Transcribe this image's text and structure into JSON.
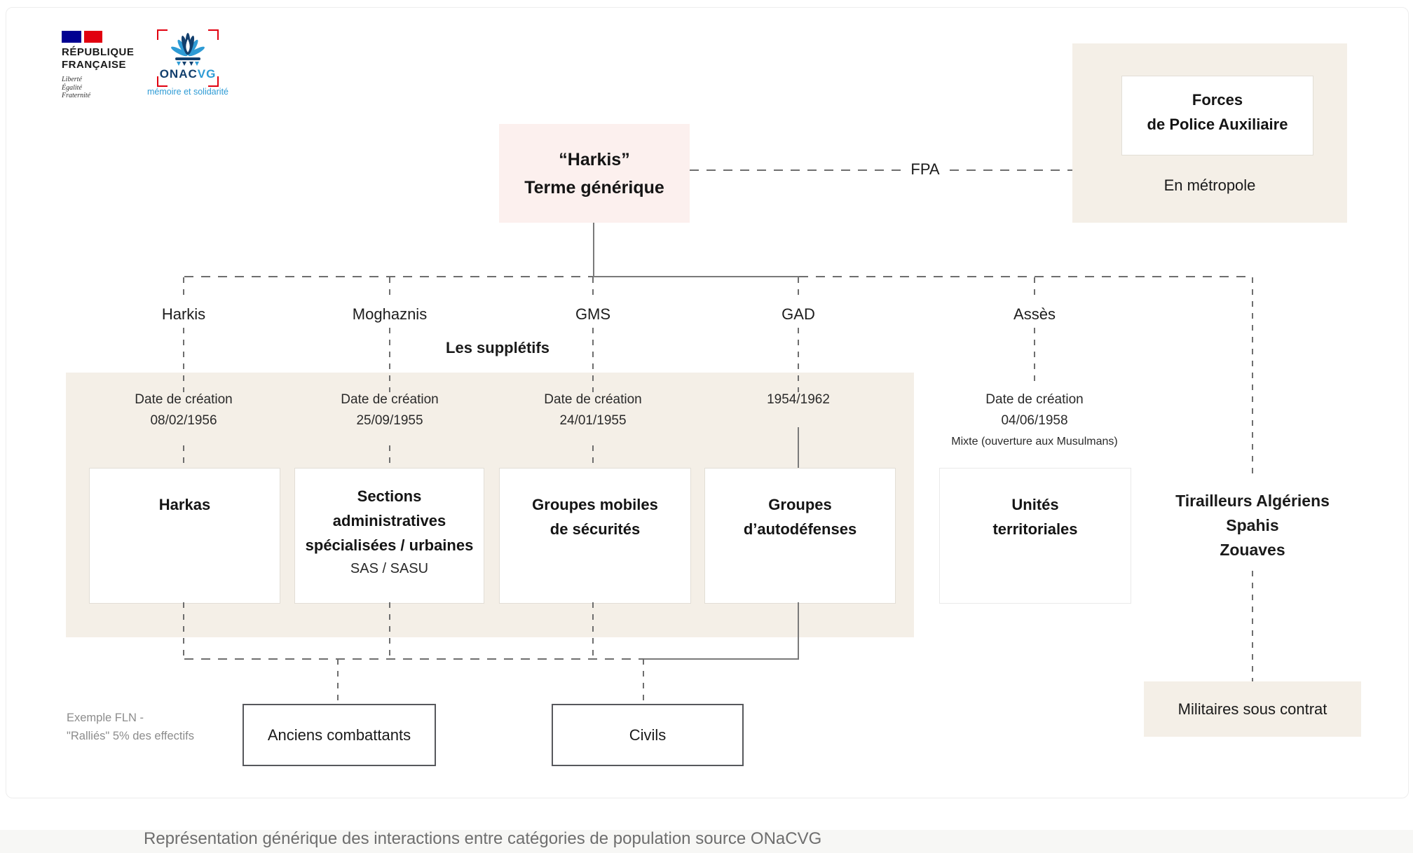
{
  "logos": {
    "rf": {
      "line1": "RÉPUBLIQUE",
      "line2": "FRANÇAISE",
      "motto1": "Liberté",
      "motto2": "Égalité",
      "motto3": "Fraternité"
    },
    "onacvg": {
      "name_primary": "ONAC",
      "name_secondary": "VG",
      "tagline": "mémoire et solidarité"
    }
  },
  "root_box": {
    "line1": "“Harkis”",
    "line2": "Terme générique"
  },
  "fpa": {
    "link_label": "FPA",
    "box_line1": "Forces",
    "box_line2": "de Police Auxiliaire",
    "subtitle": "En métropole"
  },
  "group_label": "Les supplétifs",
  "columns": [
    {
      "label": "Harkis",
      "date_title": "Date de création",
      "date": "08/02/1956",
      "box_lines": [
        "Harkas"
      ]
    },
    {
      "label": "Moghaznis",
      "date_title": "Date de création",
      "date": "25/09/1955",
      "box_lines": [
        "Sections",
        "administratives",
        "spécialisées / urbaines"
      ],
      "box_sub": "SAS / SASU"
    },
    {
      "label": "GMS",
      "date_title": "Date de création",
      "date": "24/01/1955",
      "box_lines": [
        "Groupes mobiles",
        "de sécurités"
      ]
    },
    {
      "label": "GAD",
      "date": "1954/1962",
      "box_lines": [
        "Groupes",
        "d’autodéfenses"
      ]
    },
    {
      "label": "Assès",
      "date_title": "Date de création",
      "date": "04/06/1958",
      "note": "Mixte (ouverture aux Musulmans)",
      "box_lines": [
        "Unités",
        "territoriales"
      ]
    }
  ],
  "right_column": {
    "lines": [
      "Tirailleurs Algériens",
      "Spahis",
      "Zouaves"
    ],
    "bottom_box": "Militaires sous contrat"
  },
  "bottom": {
    "anciens": "Anciens combattants",
    "civils": "Civils",
    "example_line1": "Exemple FLN -",
    "example_line2": "\"Ralliés\" 5% des effectifs"
  },
  "caption": "Représentation générique des interactions entre catégories de population source ONaCVG",
  "colors": {
    "accent_pink": "#fcf0ee",
    "panel_beige": "#f4efe7",
    "line_gray": "#6e6e6e",
    "brand_blue": "#000091",
    "brand_red": "#e1000f",
    "onacvg_dark_blue": "#123f6d",
    "onacvg_light_blue": "#2e9bd5",
    "dark_border": "#57585c"
  }
}
